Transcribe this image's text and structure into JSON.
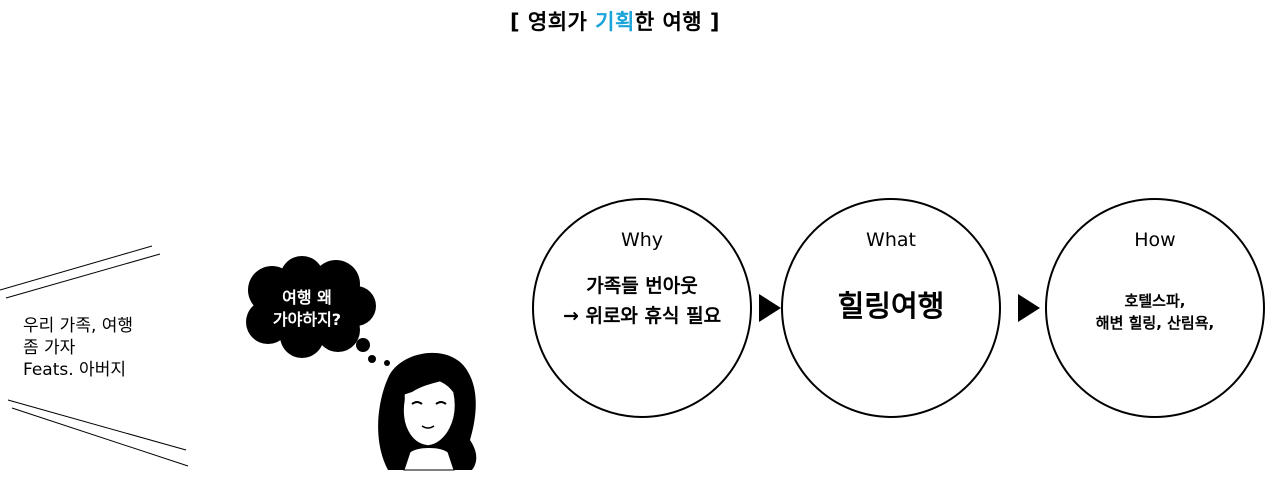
{
  "title": {
    "part1": "[ 영희가 ",
    "highlight": "기획",
    "part2": "한 여행 ]",
    "highlight_color": "#1aa3d9"
  },
  "quote": {
    "line1": "우리 가족, 여행",
    "line2": "좀 가자",
    "line3": "Feats. 아버지"
  },
  "thought_bubble": {
    "line1": "여행 왜",
    "line2": "가야하지?"
  },
  "circles": [
    {
      "label": "Why",
      "lines": [
        "가족들 번아웃",
        "→ 위로와 휴식 필요"
      ]
    },
    {
      "label": "What",
      "lines": [
        "힐링여행"
      ]
    },
    {
      "label": "How",
      "lines": [
        "호텔스파,",
        "해변 힐링, 산림욕,"
      ]
    }
  ],
  "icons": {
    "character": "girl-thinking-icon",
    "arrow": "triangle-right-icon"
  }
}
